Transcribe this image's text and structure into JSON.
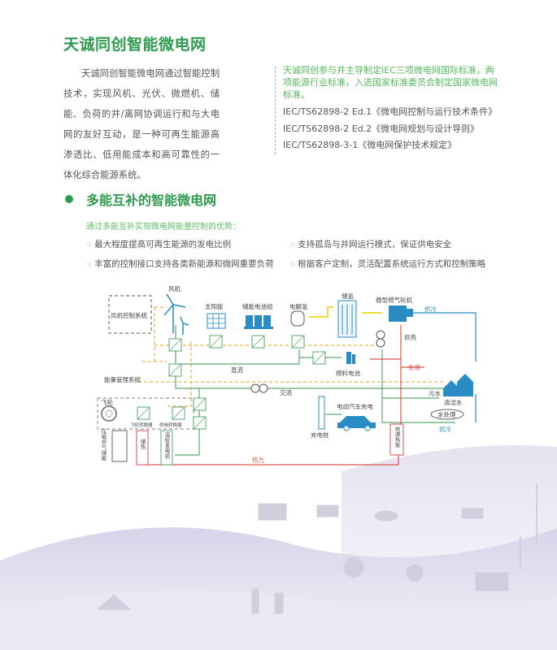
{
  "title": "天诚同创智能微电网",
  "intro": "天诚同创智能微电网通过智能控制技术，实现风机、光伏、微燃机、储能、负荷的并/离网协调运行和与大电网的友好互动，是一种可再生能源高渗透比、低用能成本和高可靠性的一体化综合能源系统。",
  "standards": {
    "lead": "天诚同创参与并主导制定IEC三项微电网国际标准，两项能源行业标准，入选国家标准委员会制定国家微电网标准。",
    "items": [
      "IEC/TS62898-2 Ed.1《微电网控制与运行技术条件》",
      "IEC/TS62898-2 Ed.2《微电网规划与设计导则》",
      "IEC/TS62898-3-1《微电网保护技术规定》"
    ]
  },
  "section": {
    "title": "多能互补的智能微电网",
    "lead": "通过多能互补实现微电网能量控制的优势：",
    "star": "☆",
    "advantages": [
      "最大程度提高可再生能源的发电比例",
      "支持孤岛与并网运行模式，保证供电安全",
      "丰富的控制接口支持各类新能源和微网重要负荷",
      "根据客户定制，灵活配置系统运行方式和控制策略"
    ]
  },
  "diagram": {
    "wind": "风机",
    "wind_ctrl": "风机控制系统",
    "solar": "太阳能",
    "battery": "储能电池组",
    "electrolysis": "电解氢",
    "h2_storage": "储氢",
    "microturbine": "微型燃气轮机",
    "cooling_top": "供冷",
    "heating": "供热",
    "dc": "直流",
    "fuel_cell": "燃料电池",
    "load": "负荷",
    "ems": "能量管理系统",
    "ac": "交流",
    "sewage": "污水",
    "clean_water": "清洁水",
    "water_treatment": "水处理",
    "ev_charging": "电动汽车充电",
    "charger": "充电桩",
    "flywheel": "飞轮",
    "flywheel_conv": "飞轮转换器",
    "supply_conv": "供电转换器",
    "caes": "压缩空气储能",
    "heat_storage": "储热",
    "turbine_gen": "涡轮发电机",
    "ground_pump": "地源热泵",
    "thermal": "热力",
    "cooling_bottom": "供冷"
  },
  "colors": {
    "green": "#2e9a4e",
    "line_green": "#5aa872",
    "blue": "#2a8cc4",
    "red": "#d9534f",
    "orange": "#f0b545",
    "yellow": "#f2dc3c"
  }
}
